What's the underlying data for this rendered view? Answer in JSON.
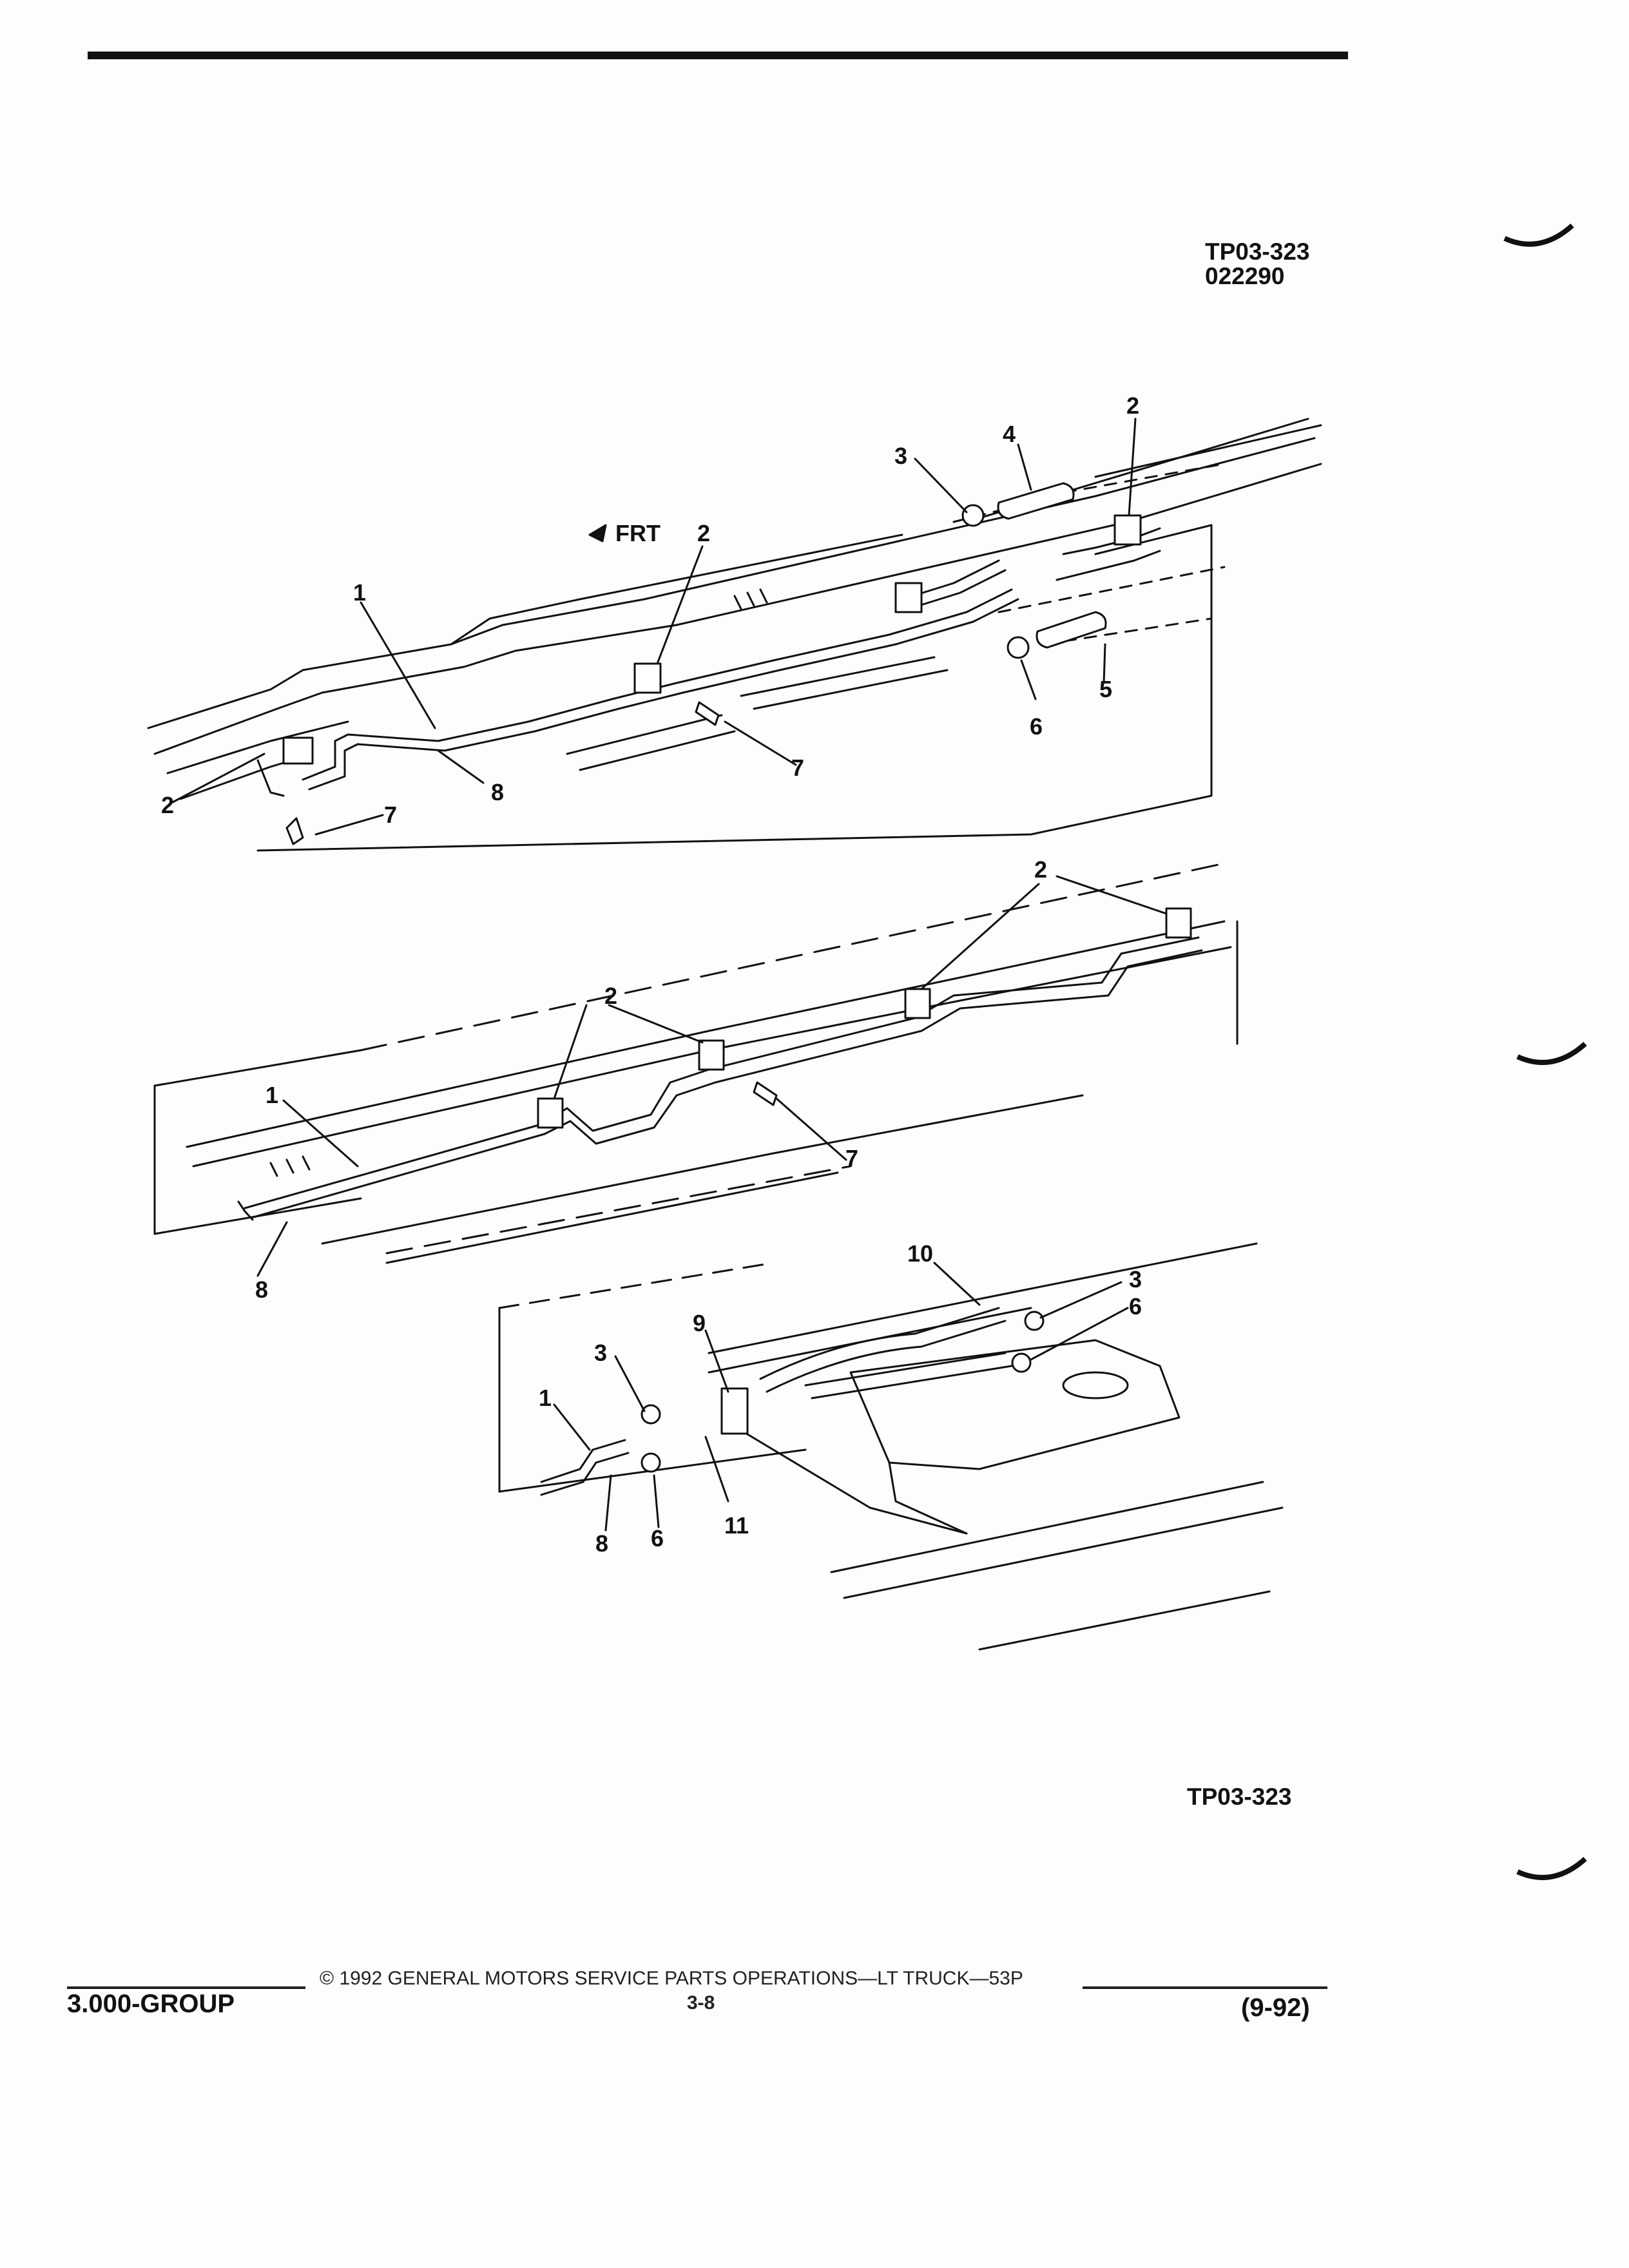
{
  "header": {
    "figure_code": "TP03-323",
    "date_code": "022290"
  },
  "direction_label": "FRT",
  "callouts": {
    "c1": "1",
    "c2": "2",
    "c3": "3",
    "c4": "4",
    "c5": "5",
    "c6": "6",
    "c7": "7",
    "c8": "8",
    "c9": "9",
    "c10": "10",
    "c11": "11"
  },
  "figure_caption": "TP03-323",
  "footer": {
    "group": "3.000-GROUP",
    "copyright": "© 1992 GENERAL MOTORS SERVICE PARTS OPERATIONS—LT TRUCK—53P",
    "page_number": "3-8",
    "revision": "(9-92)"
  }
}
